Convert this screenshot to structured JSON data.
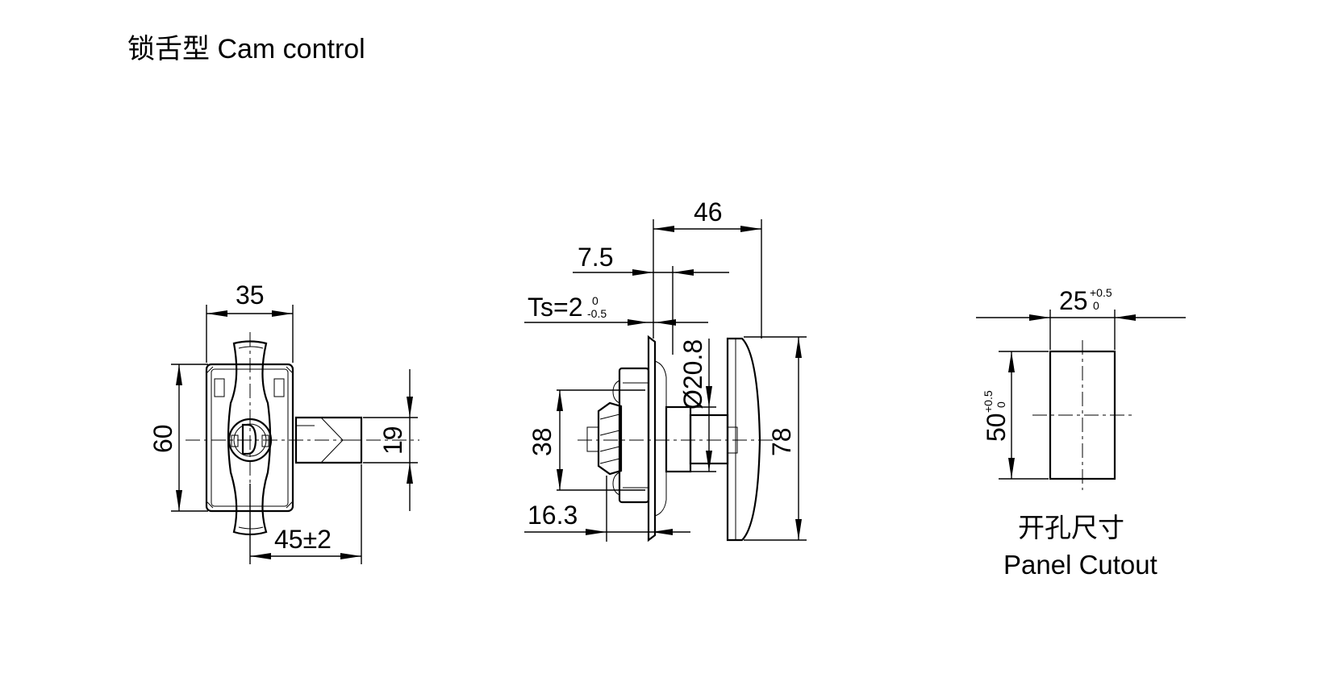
{
  "title": "锁舌型 Cam control",
  "front_view": {
    "width_dim": "35",
    "height_dim": "60",
    "cam_width_dim": "19",
    "cam_length_dim": "45±2"
  },
  "side_view": {
    "overall_dim": "46",
    "flange_dim": "7.5",
    "ts_label": "Ts=2",
    "ts_tol_upper": "0",
    "ts_tol_lower": "-0.5",
    "diameter_dim": "Ø20.8",
    "body_height_dim": "38",
    "handle_height_dim": "78",
    "depth_dim": "16.3"
  },
  "cutout": {
    "width_dim": "25",
    "width_tol_upper": "+0.5",
    "width_tol_lower": "0",
    "height_dim": "50",
    "height_tol_upper": "+0.5",
    "height_tol_lower": "0",
    "caption_cn": "开孔尺寸",
    "caption_en": "Panel Cutout"
  }
}
